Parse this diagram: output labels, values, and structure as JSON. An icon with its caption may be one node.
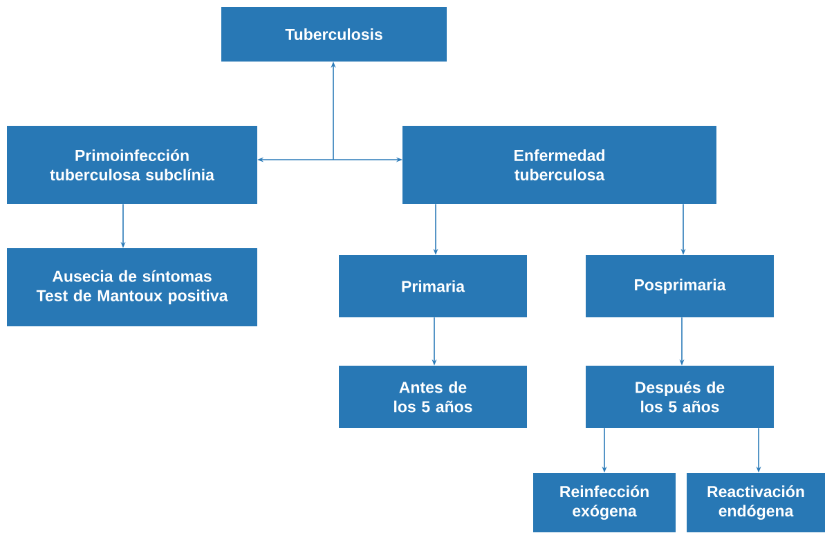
{
  "diagram": {
    "nodes": [
      {
        "text": [
          "Tuberculosis"
        ]
      },
      {
        "text": [
          "Primoinfección tuberculosa subclínia"
        ]
      },
      {
        "text": [
          "Enfermedad tuberculosa"
        ]
      },
      {
        "text": [
          "Ausecia de síntomas Test de Mantoux positiva"
        ]
      },
      {
        "text": [
          "Primaria"
        ]
      },
      {
        "text": [
          "Posprimaria"
        ]
      },
      {
        "text": [
          "Antes de los 5 años"
        ]
      },
      {
        "text": [
          "Después de los 5 años"
        ]
      },
      {
        "text": [
          "Reinfección exógena"
        ]
      },
      {
        "text": [
          "Reactivación endógena"
        ]
      }
    ],
    "edges": [
      {
        "from": 1,
        "to": 0,
        "arrow": "both"
      },
      {
        "from": 2,
        "to": 0,
        "arrow": "both"
      },
      {
        "from": 1,
        "to": 3,
        "arrow": "to"
      },
      {
        "from": 2,
        "to": 4,
        "arrow": "to"
      },
      {
        "from": 2,
        "to": 5,
        "arrow": "to"
      },
      {
        "from": 4,
        "to": 6,
        "arrow": "to"
      },
      {
        "from": 5,
        "to": 7,
        "arrow": "to"
      },
      {
        "from": 7,
        "to": 8,
        "arrow": "to"
      },
      {
        "from": 7,
        "to": 9,
        "arrow": "to"
      }
    ]
  }
}
